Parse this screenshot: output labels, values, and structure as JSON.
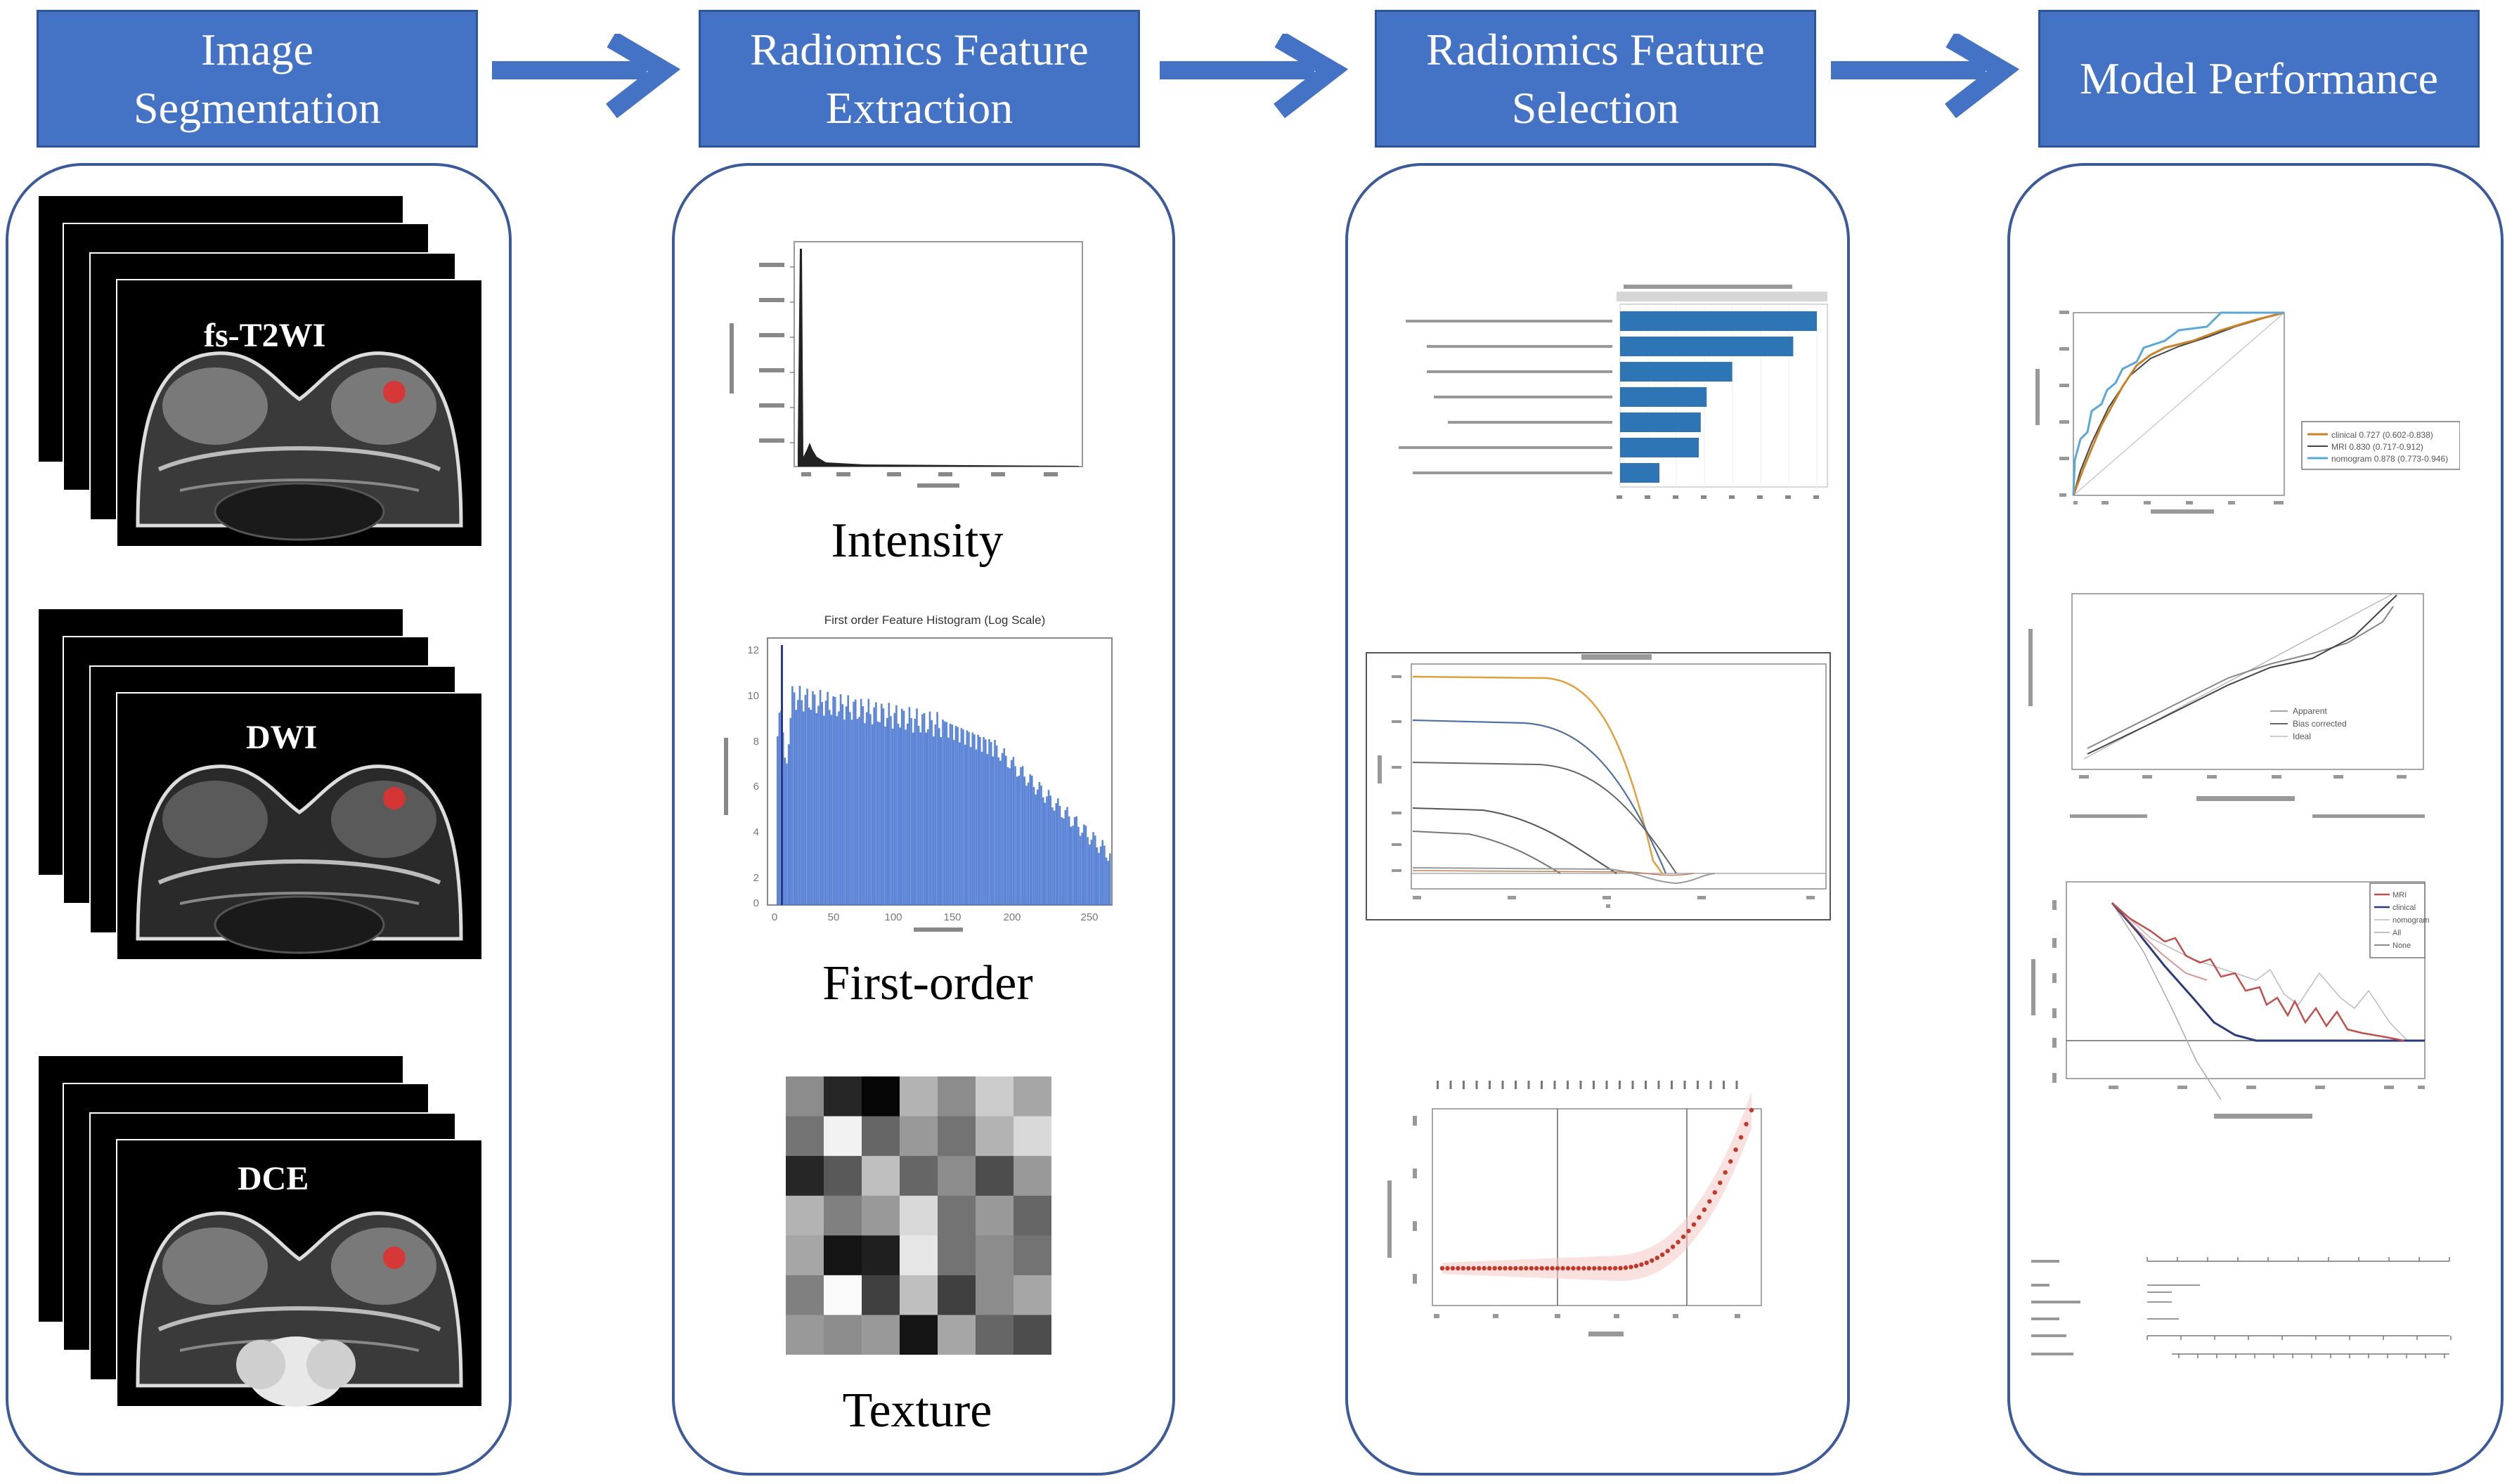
{
  "headers": {
    "segmentation_line1": "Image",
    "segmentation_line2": "Segmentation",
    "extraction_line1": "Radiomics Feature",
    "extraction_line2": "Extraction",
    "selection_line1": "Radiomics Feature",
    "selection_line2": "Selection",
    "performance": "Model Performance"
  },
  "segmentation": {
    "seq1": "fs-T2WI",
    "seq2": "DWI",
    "seq3": "DCE"
  },
  "extraction": {
    "intensity": "Intensity",
    "first_order": "First-order",
    "texture": "Texture",
    "histogram_title": "First order Feature Histogram (Log Scale)"
  },
  "performance": {
    "roc_legend": [
      "clinical 0.727 (0.602-0.838)",
      "MRI 0.830 (0.717-0.912)",
      "nomogram 0.878 (0.773-0.946)"
    ],
    "calibration_legend": [
      "Apparent",
      "Bias corrected",
      "Ideal"
    ],
    "dca_legend": [
      "MRI",
      "clinical",
      "nomogram",
      "All",
      "None"
    ]
  },
  "colors": {
    "header_fill": "#4472c4",
    "panel_border": "#3c5a99",
    "bar_blue": "#2e75b6",
    "hist_blue": "#4a78d0",
    "lesion_red": "#e03030"
  },
  "texture_grid": [
    [
      0.55,
      0.15,
      0.02,
      0.7,
      0.55,
      0.8,
      0.65
    ],
    [
      0.45,
      0.95,
      0.4,
      0.6,
      0.45,
      0.7,
      0.85
    ],
    [
      0.15,
      0.35,
      0.75,
      0.4,
      0.55,
      0.3,
      0.6
    ],
    [
      0.7,
      0.5,
      0.6,
      0.85,
      0.45,
      0.6,
      0.4
    ],
    [
      0.65,
      0.08,
      0.12,
      0.9,
      0.45,
      0.55,
      0.45
    ],
    [
      0.5,
      0.98,
      0.25,
      0.75,
      0.25,
      0.55,
      0.65
    ],
    [
      0.6,
      0.55,
      0.6,
      0.08,
      0.65,
      0.4,
      0.3
    ]
  ]
}
